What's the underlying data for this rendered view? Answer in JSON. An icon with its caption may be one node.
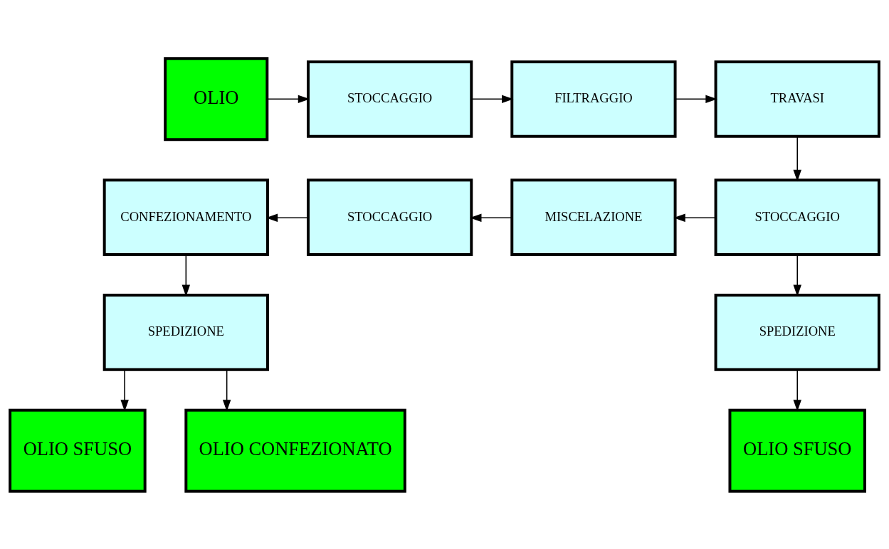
{
  "diagram": {
    "nodes": [
      {
        "text": [
          "OLIO"
        ]
      },
      {
        "text": [
          "STOCCAGGIO"
        ]
      },
      {
        "text": [
          "FILTRAGGIO"
        ]
      },
      {
        "text": [
          "TRAVASI"
        ]
      },
      {
        "text": [
          "CONFEZIONAMENTO"
        ]
      },
      {
        "text": [
          "STOCCAGGIO"
        ]
      },
      {
        "text": [
          "MISCELAZIONE"
        ]
      },
      {
        "text": [
          "STOCCAGGIO"
        ]
      },
      {
        "text": [
          "SPEDIZIONE"
        ]
      },
      {
        "text": [
          "SPEDIZIONE"
        ]
      },
      {
        "text": [
          "OLIO SFUSO"
        ]
      },
      {
        "text": [
          "OLIO CONFEZIONATO"
        ]
      },
      {
        "text": [
          "OLIO SFUSO"
        ]
      }
    ],
    "edges": [
      {
        "from": 0,
        "to": 1,
        "arrow": "to"
      },
      {
        "from": 1,
        "to": 2,
        "arrow": "to"
      },
      {
        "from": 2,
        "to": 3,
        "arrow": "to"
      },
      {
        "from": 3,
        "to": 7,
        "arrow": "to"
      },
      {
        "from": 7,
        "to": 6,
        "arrow": "to"
      },
      {
        "from": 6,
        "to": 5,
        "arrow": "to"
      },
      {
        "from": 5,
        "to": 4,
        "arrow": "to"
      },
      {
        "from": 4,
        "to": 8,
        "arrow": "to"
      },
      {
        "from": 7,
        "to": 9,
        "arrow": "to"
      },
      {
        "from": 8,
        "to": 10,
        "arrow": "to"
      },
      {
        "from": 8,
        "to": 11,
        "arrow": "to"
      },
      {
        "from": 9,
        "to": 12,
        "arrow": "to"
      }
    ]
  }
}
